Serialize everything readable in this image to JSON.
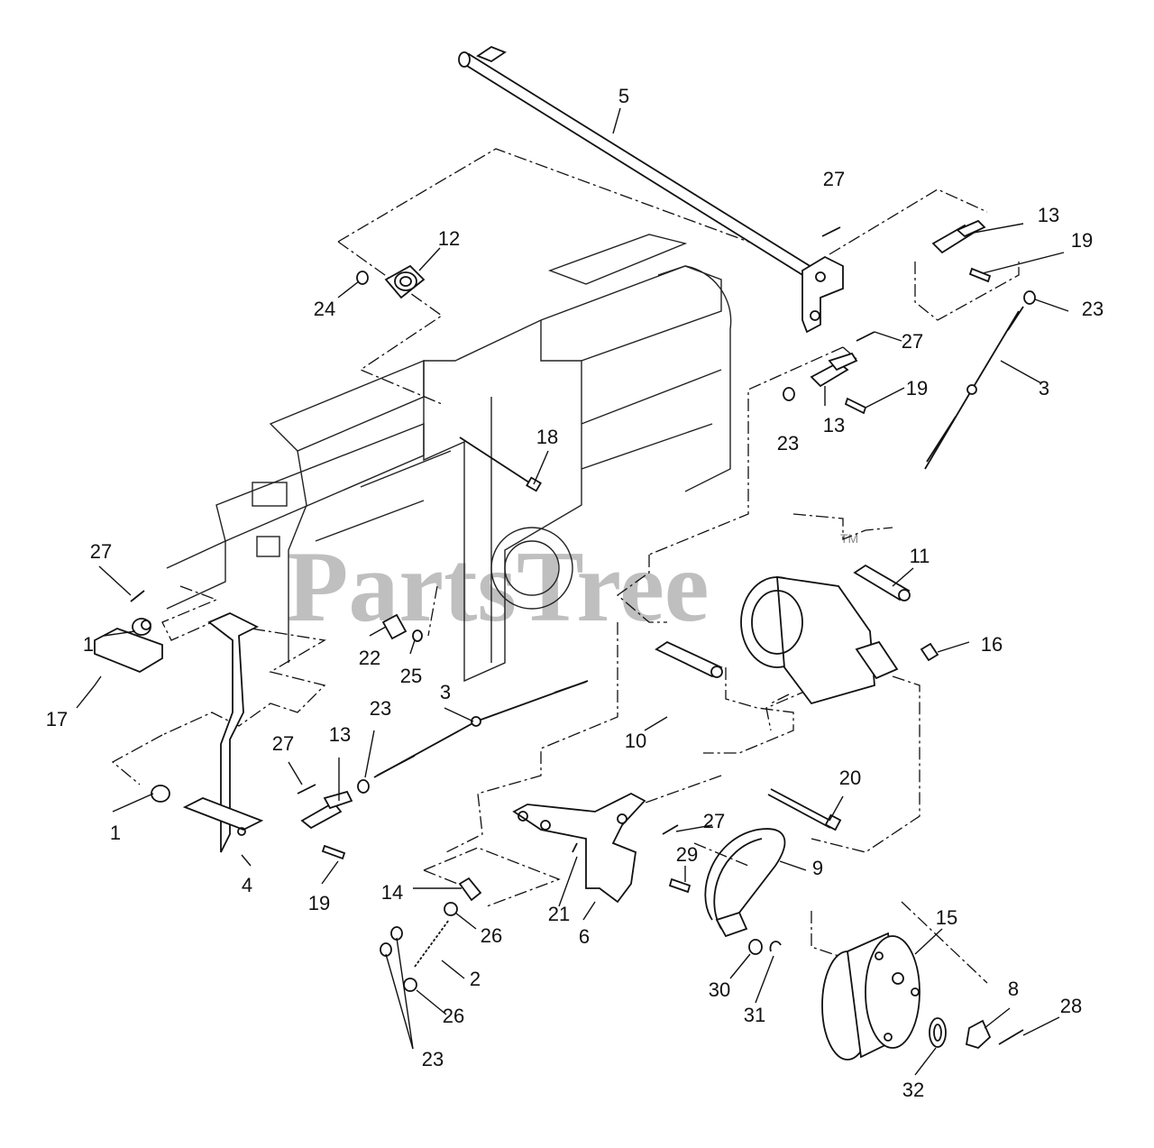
{
  "watermark": {
    "text": "PartsTree",
    "tm": "TM"
  },
  "labels": {
    "l5": "5",
    "l27a": "27",
    "l13a": "13",
    "l19a": "19",
    "l12": "12",
    "l24": "24",
    "l23a": "23",
    "l27b": "27",
    "l3a": "3",
    "l19b": "19",
    "l23b": "23",
    "l13b": "13",
    "l18": "18",
    "l27c": "27",
    "l11": "11",
    "l1a": "1",
    "l16": "16",
    "l22": "22",
    "l25": "25",
    "l3b": "3",
    "l17": "17",
    "l10": "10",
    "l23c": "23",
    "l27d": "27",
    "l13c": "13",
    "l1b": "1",
    "l20": "20",
    "l27e": "27",
    "l4": "4",
    "l19c": "19",
    "l29": "29",
    "l9": "9",
    "l14": "14",
    "l21": "21",
    "l6": "6",
    "l26a": "26",
    "l15": "15",
    "l2": "2",
    "l26b": "26",
    "l30": "30",
    "l31": "31",
    "l8": "8",
    "l28": "28",
    "l23d": "23",
    "l32": "32"
  }
}
